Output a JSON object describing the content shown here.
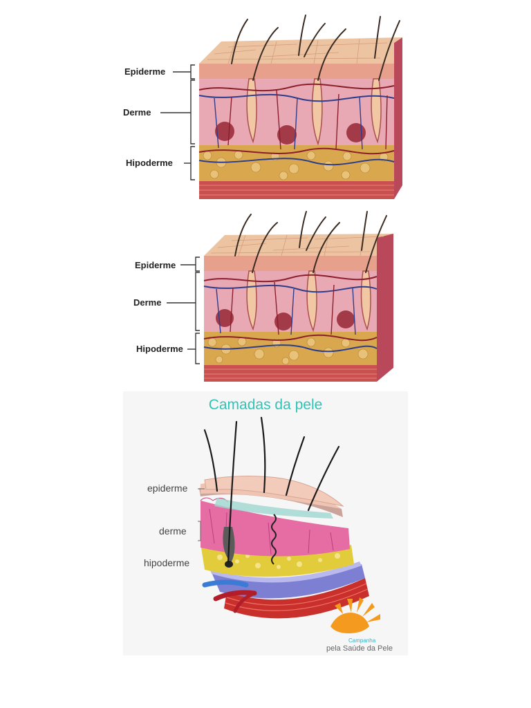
{
  "diagram1": {
    "labels": {
      "epiderme": "Epiderme",
      "derme": "Derme",
      "hipoderme": "Hipoderme"
    }
  },
  "diagram2": {
    "labels": {
      "epiderme": "Epiderme",
      "derme": "Derme",
      "hipoderme": "Hipoderme"
    }
  },
  "diagram3": {
    "title": "Camadas da pele",
    "labels": {
      "epiderme": "epiderme",
      "derme": "derme",
      "hipoderme": "hipoderme"
    },
    "brand": {
      "small": "Campanha",
      "big": "pela Saúde da Pele"
    }
  },
  "colors": {
    "epidermis": "#e7a08c",
    "dermis": "#e8a9b4",
    "hypodermis": "#d9a84e",
    "muscle": "#c9504e",
    "title_teal": "#2ec4b6",
    "brand_orange": "#f39a1f"
  }
}
